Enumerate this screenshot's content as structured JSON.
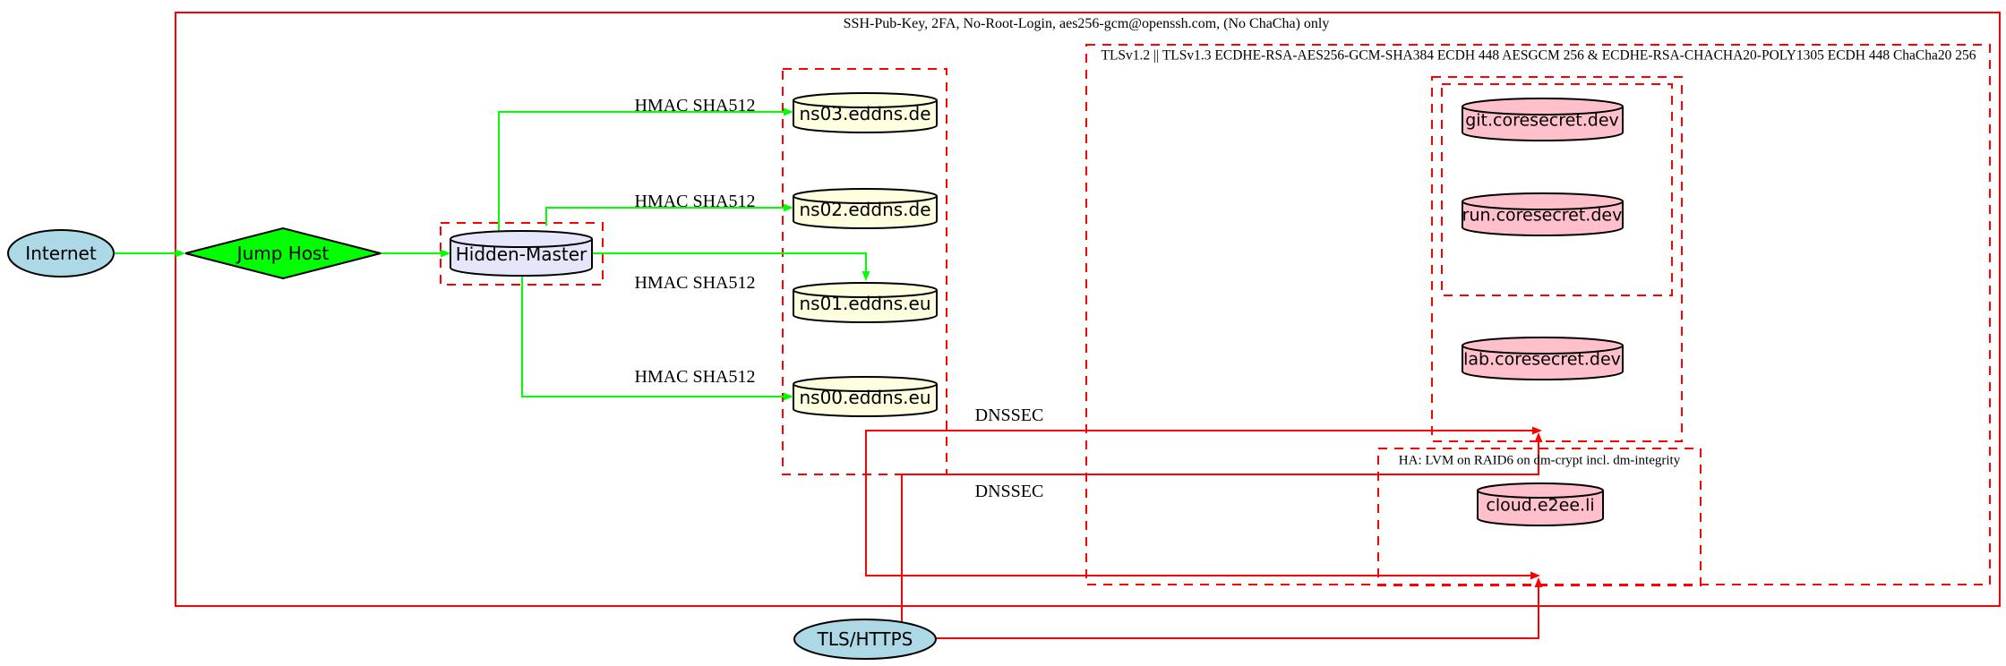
{
  "diagram": {
    "clusters": {
      "ssh": {
        "label": "SSH-Pub-Key, 2FA, No-Root-Login, aes256-gcm@openssh.com, (No ChaCha) only"
      },
      "tls": {
        "label": "TLSv1.2 || TLSv1.3 ECDHE-RSA-AES256-GCM-SHA384 ECDH 448 AESGCM 256 & ECDHE-RSA-CHACHA20-POLY1305 ECDH 448 ChaCha20 256"
      },
      "ha": {
        "label": "HA: LVM on RAID6 on dm-crypt incl. dm-integrity"
      }
    },
    "nodes": {
      "internet": {
        "label": "Internet",
        "shape": "ellipse",
        "fill": "#add8e6"
      },
      "jump_host": {
        "label": "Jump Host",
        "shape": "diamond",
        "fill": "#00ff00"
      },
      "hidden_master": {
        "label": "Hidden-Master",
        "shape": "cylinder",
        "fill": "#e6e6fa"
      },
      "ns03": {
        "label": "ns03.eddns.de",
        "shape": "cylinder",
        "fill": "#ffffe0"
      },
      "ns02": {
        "label": "ns02.eddns.de",
        "shape": "cylinder",
        "fill": "#ffffe0"
      },
      "ns01": {
        "label": "ns01.eddns.eu",
        "shape": "cylinder",
        "fill": "#ffffe0"
      },
      "ns00": {
        "label": "ns00.eddns.eu",
        "shape": "cylinder",
        "fill": "#ffffe0"
      },
      "git": {
        "label": "git.coresecret.dev",
        "shape": "cylinder",
        "fill": "#ffc0cb"
      },
      "run": {
        "label": "run.coresecret.dev",
        "shape": "cylinder",
        "fill": "#ffc0cb"
      },
      "lab": {
        "label": "lab.coresecret.dev",
        "shape": "cylinder",
        "fill": "#ffc0cb"
      },
      "cloud": {
        "label": "cloud.e2ee.li",
        "shape": "cylinder",
        "fill": "#ffc0cb"
      },
      "tls_https": {
        "label": "TLS/HTTPS",
        "shape": "ellipse",
        "fill": "#add8e6"
      }
    },
    "edge_labels": {
      "hmac_sha512": "HMAC SHA512",
      "dnssec": "DNSSEC"
    },
    "colors": {
      "boundary_red": "#ff0000",
      "secure_green": "#00ff00",
      "endpoint_blue": "#add8e6",
      "hidden_master_lavender": "#e6e6fa",
      "dns_yellow": "#ffffe0",
      "service_pink": "#ffc0cb",
      "text": "#000000",
      "background": "#ffffff"
    }
  }
}
